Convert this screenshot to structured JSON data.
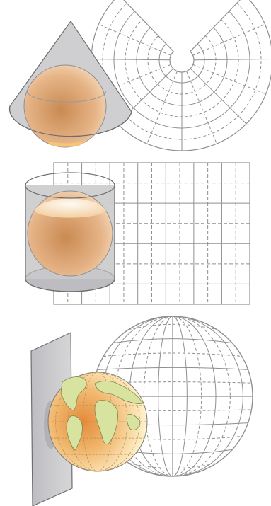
{
  "figure": {
    "panels": [
      {
        "projection": "conic"
      },
      {
        "projection": "cylindrical"
      },
      {
        "projection": "azimuthal-planar"
      }
    ]
  },
  "colors": {
    "line": "#8f8f8f",
    "line_dark": "#6e6e6e",
    "surface_gray": "#cfcfd1",
    "surface_gray_dark": "#a9a9ad",
    "globe_light": "#f6dcc0",
    "globe_dark": "#c98a52",
    "ocean_light": "#fff7d8",
    "ocean_orange": "#e8974d",
    "land": "#d9e3a0"
  }
}
